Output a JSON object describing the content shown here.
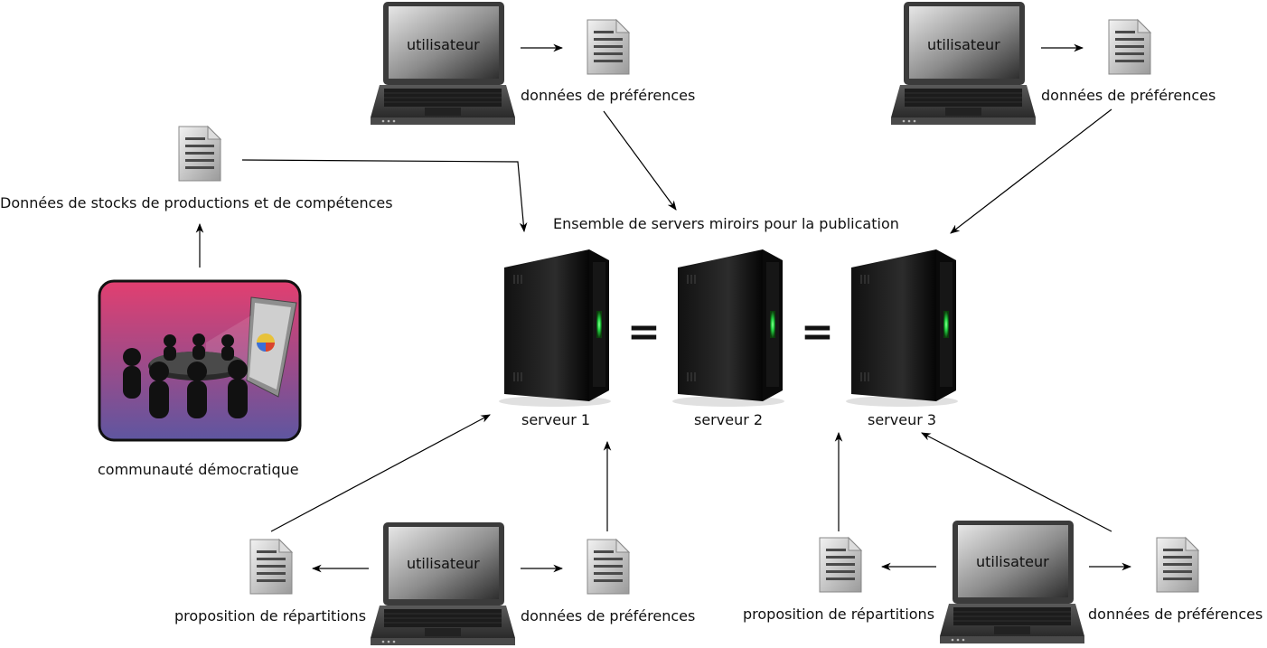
{
  "heading": "Ensemble de servers miroirs pour la publication",
  "servers": [
    {
      "label": "serveur 1"
    },
    {
      "label": "serveur 2"
    },
    {
      "label": "serveur 3"
    }
  ],
  "equals_sign": "=",
  "community": {
    "label": "communauté démocratique",
    "document_label": "Données de stocks de productions et de compétences"
  },
  "users": [
    {
      "screen_text": "utilisateur",
      "documents": [
        "données de préférences"
      ]
    },
    {
      "screen_text": "utilisateur",
      "documents": [
        "données de préférences"
      ]
    },
    {
      "screen_text": "utilisateur",
      "documents": [
        "proposition de répartitions",
        "données de préférences"
      ]
    },
    {
      "screen_text": "utilisateur",
      "documents": [
        "proposition de répartitions",
        "données de préférences"
      ]
    }
  ],
  "colors": {
    "server_led": "#27e04a",
    "community_gradient_top": "#e23f70",
    "community_gradient_bottom": "#5e56a0"
  }
}
